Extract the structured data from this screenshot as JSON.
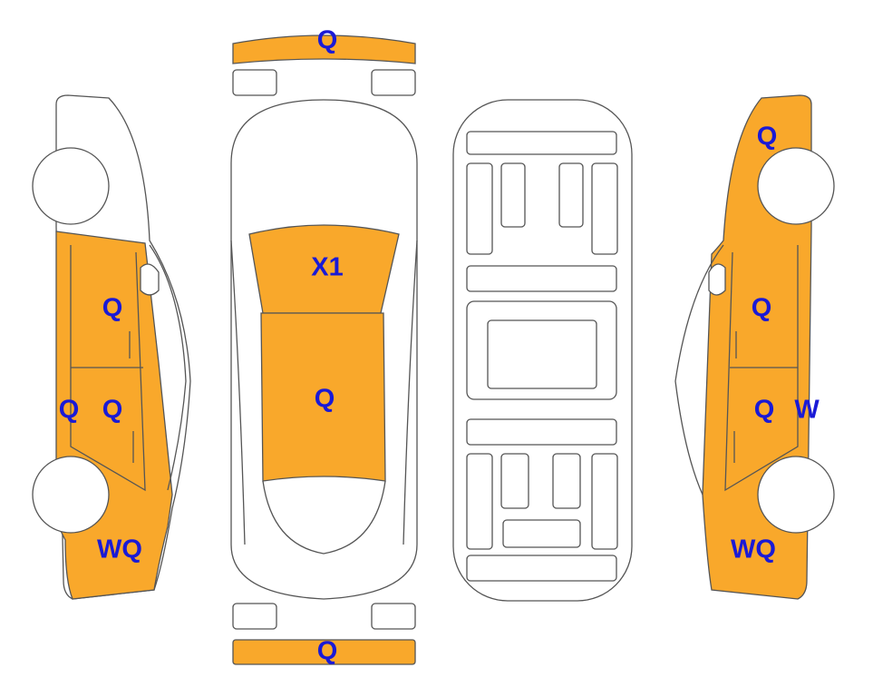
{
  "colors": {
    "damaged": "#F9A82B",
    "outline": "#555555",
    "label": "#1A1AD6"
  },
  "labels": {
    "front_bumper": "Q",
    "windshield": "X1",
    "roof": "Q",
    "rear_bumper": "Q",
    "left_front_door": "Q",
    "left_rocker": "Q",
    "left_rear_door": "Q",
    "left_rear_quarter": "WQ",
    "right_front_fender": "Q",
    "right_front_door": "Q",
    "right_rear_door": "Q",
    "right_rocker": "W",
    "right_rear_quarter": "WQ"
  }
}
